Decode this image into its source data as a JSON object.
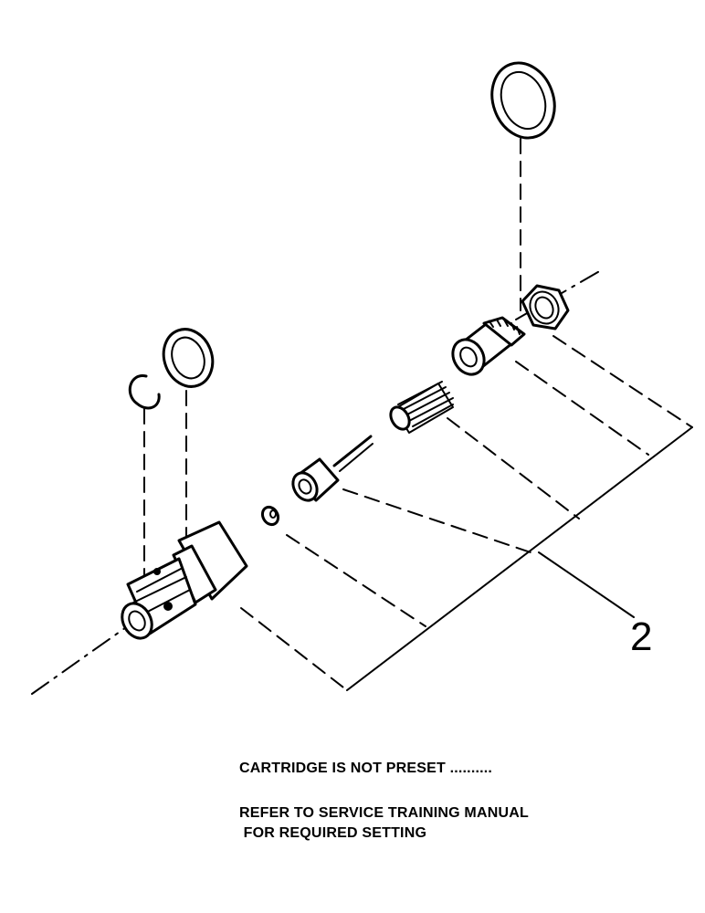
{
  "diagram": {
    "callout_number": "2",
    "note_line_1": "CARTRIDGE IS NOT PRESET ..........",
    "note_line_2": "REFER TO SERVICE TRAINING MANUAL",
    "note_line_3": " FOR REQUIRED SETTING"
  }
}
